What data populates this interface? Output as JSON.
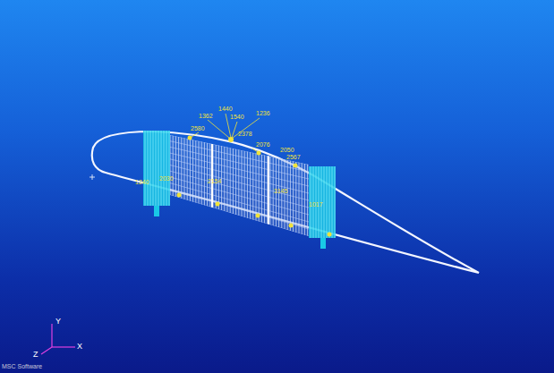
{
  "diagram": {
    "labels": [
      "1440",
      "1362",
      "1540",
      "1236",
      "2580",
      "2378",
      "2076",
      "2050",
      "2567",
      "1240",
      "2030",
      "2154",
      "3145",
      "1017",
      "Y",
      "X",
      "Z",
      "MSC Software"
    ]
  }
}
